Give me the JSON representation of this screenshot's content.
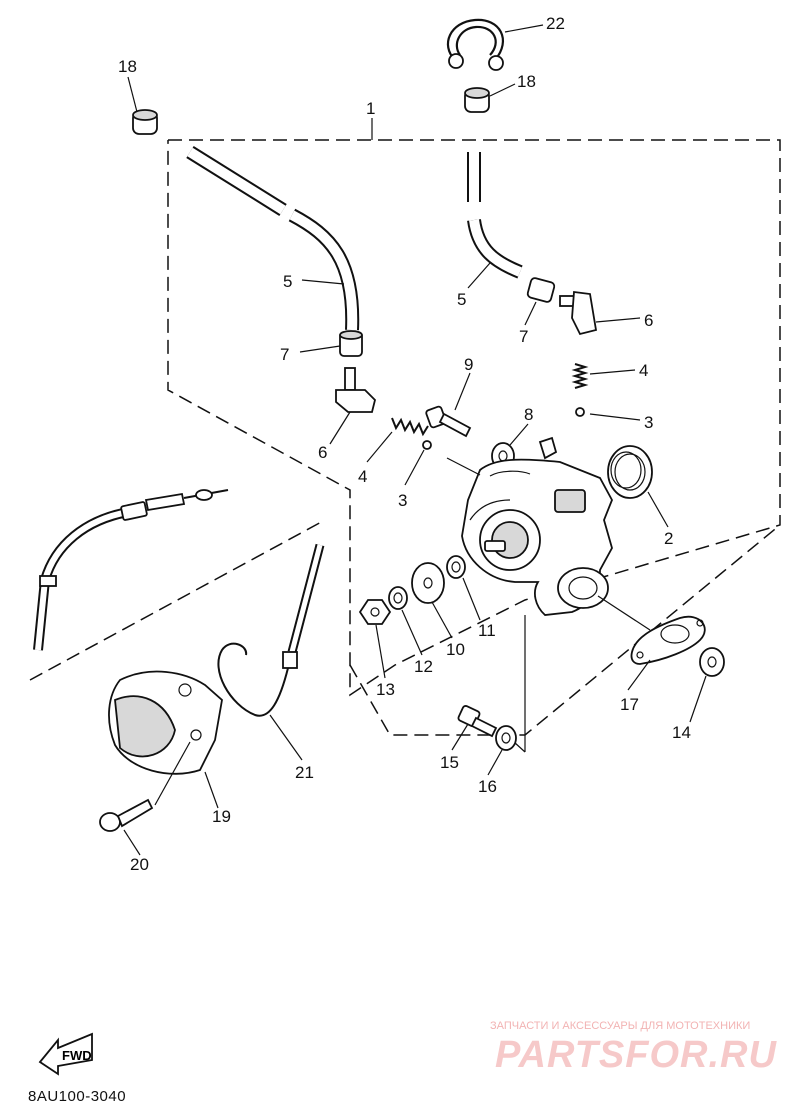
{
  "diagram": {
    "callouts": [
      "1",
      "2",
      "3",
      "3",
      "4",
      "4",
      "5",
      "5",
      "6",
      "6",
      "7",
      "7",
      "8",
      "9",
      "10",
      "11",
      "12",
      "13",
      "14",
      "15",
      "16",
      "17",
      "18",
      "18",
      "19",
      "20",
      "21",
      "22"
    ],
    "drawing_code": "8AU100-3040",
    "fwd_label": "FWD"
  },
  "watermark": {
    "tagline": "ЗАПЧАСТИ И АКСЕССУАРЫ ДЛЯ МОТОТЕХНИКИ",
    "logo": "PARTSFOR.RU"
  },
  "colors": {
    "line": "#111111",
    "watermark": "#f6c9c9"
  }
}
